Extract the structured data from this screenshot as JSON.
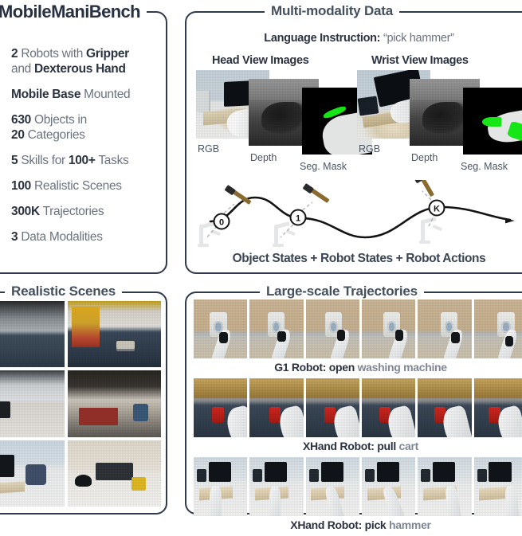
{
  "figure": {
    "title": "MobileManiBench"
  },
  "panels": {
    "stats": {
      "title": "MobileManiBench",
      "icon": "robot-icon",
      "items": [
        {
          "id": "robots",
          "html": "<b>2</b> Robots with <b>Gripper</b><br>and <b>Dexterous Hand</b>",
          "text": "2 Robots with Gripper and Dexterous Hand"
        },
        {
          "id": "base",
          "html": "<b>Mobile Base</b> Mounted",
          "text": "Mobile Base Mounted"
        },
        {
          "id": "objects",
          "html": "<b>630</b> Objects in<br><b>20</b> Categories",
          "text": "630 Objects in 20 Categories"
        },
        {
          "id": "skills",
          "html": "<b>5</b> Skills for <b>100+</b> Tasks",
          "text": "5 Skills for 100+ Tasks"
        },
        {
          "id": "scenes",
          "html": "<b>100</b> Realistic Scenes",
          "text": "100 Realistic Scenes"
        },
        {
          "id": "trajectories",
          "html": "<b>300K</b> Trajectories",
          "text": "300K Trajectories"
        },
        {
          "id": "modalities",
          "html": "<b>3</b> Data Modalities",
          "text": "3 Data Modalities"
        }
      ]
    },
    "modality": {
      "title": "Multi-modality Data",
      "instruction_label": "Language Instruction:",
      "instruction_value": "“pick hammer”",
      "views": [
        {
          "id": "head",
          "heading": "Head View Images",
          "captions": [
            "RGB",
            "Depth",
            "Seg. Mask"
          ]
        },
        {
          "id": "wrist",
          "heading": "Wrist View Images",
          "captions": [
            "RGB",
            "Depth",
            "Seg. Mask"
          ]
        }
      ],
      "trajectory": {
        "caption": "Object States + Robot States + Robot Actions",
        "keyframe_labels": [
          "0",
          "1",
          "K"
        ],
        "object_icon": "hammer-icon",
        "robot_icon": "robot-arm-icon"
      }
    },
    "scenes": {
      "title": "Realistic Scenes",
      "thumbnails": [
        {
          "id": "scene-warehouse-aisle",
          "label": "warehouse aisle"
        },
        {
          "id": "scene-warehouse-rack",
          "label": "warehouse rack with cart"
        },
        {
          "id": "scene-lobby",
          "label": "office lobby"
        },
        {
          "id": "scene-kitchen",
          "label": "commercial kitchen"
        },
        {
          "id": "scene-living-room",
          "label": "living room"
        },
        {
          "id": "scene-bedroom",
          "label": "bedroom"
        }
      ]
    },
    "large_trajectories": {
      "title": "Large-scale Trajectories",
      "rows": [
        {
          "id": "g1-open-washing-machine",
          "robot": "G1 Robot:",
          "skill": "open",
          "object": "washing machine",
          "frame_count": 6,
          "frame_class": "fr-wash"
        },
        {
          "id": "xhand-pull-cart",
          "robot": "XHand Robot:",
          "skill": "pull",
          "object": "cart",
          "frame_count": 6,
          "frame_class": "fr-cart"
        },
        {
          "id": "xhand-pick-hammer",
          "robot": "XHand Robot:",
          "skill": "pick",
          "object": "hammer",
          "frame_count": 6,
          "frame_class": "fr-ham"
        }
      ]
    }
  },
  "colors": {
    "panel_border": "#2f3a4a",
    "heading_text": "#2b3240",
    "body_text": "#6b7280",
    "segmentation_highlight": "#15e515",
    "background": "#ffffff"
  }
}
